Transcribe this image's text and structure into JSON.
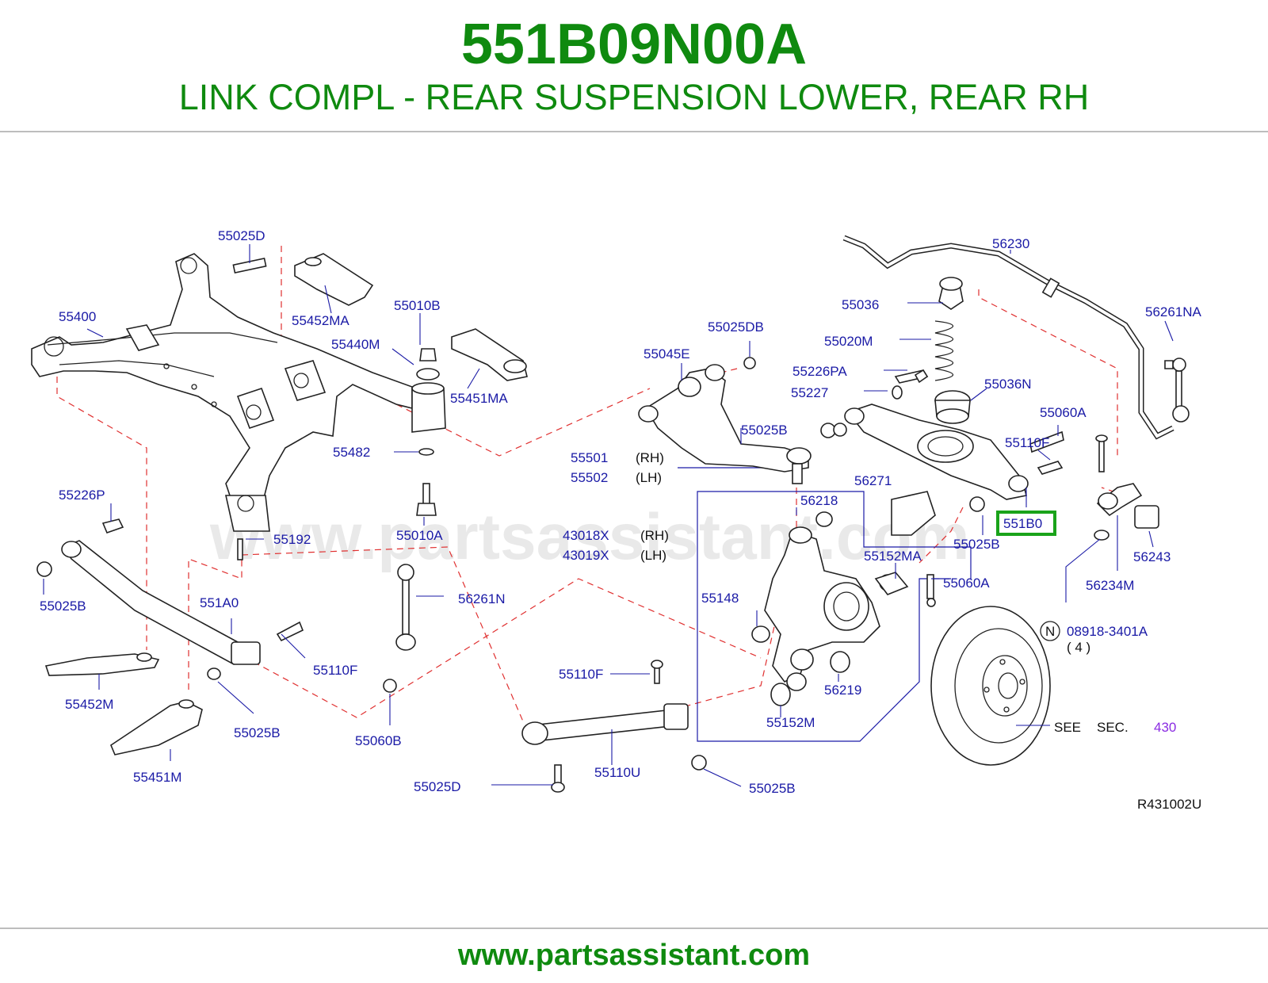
{
  "header": {
    "part_number": "551B09N00A",
    "description": "LINK COMPL - REAR SUSPENSION LOWER, REAR RH"
  },
  "footer": {
    "website": "www.partsassistant.com"
  },
  "diagram": {
    "watermark": "www.partsassistant.com",
    "figure_code": "R431002U",
    "highlight_color": "#1aa31a",
    "label_color": "#1a1aa6",
    "title_color": "#0f8a0f",
    "callouts": {
      "c_55025D_top": "55025D",
      "c_55452MA": "55452MA",
      "c_55400": "55400",
      "c_55010B": "55010B",
      "c_55440M": "55440M",
      "c_55451MA": "55451MA",
      "c_55482": "55482",
      "c_55226P": "55226P",
      "c_55192": "55192",
      "c_55010A": "55010A",
      "c_55025B_left": "55025B",
      "c_551A0": "551A0",
      "c_55110F_left": "55110F",
      "c_55452M": "55452M",
      "c_55025B_midleft": "55025B",
      "c_55451M": "55451M",
      "c_56261N": "56261N",
      "c_55060B": "55060B",
      "c_55025DB": "55025DB",
      "c_55045E": "55045E",
      "c_55025B_arm": "55025B",
      "c_55501": "55501",
      "c_55502": "55502",
      "c_43018X": "43018X",
      "c_43019X": "43019X",
      "c_56218": "56218",
      "c_55148": "55148",
      "c_56219": "56219",
      "c_55152M": "55152M",
      "c_55152MA": "55152MA",
      "c_55110F_bottom": "55110F",
      "c_55110U": "55110U",
      "c_55025D_bottom": "55025D",
      "c_55025B_bottom": "55025B",
      "c_56230": "56230",
      "c_55036": "55036",
      "c_55020M": "55020M",
      "c_55226PA": "55226PA",
      "c_55227": "55227",
      "c_55036N": "55036N",
      "c_55060A_top": "55060A",
      "c_55110F_right": "55110F",
      "c_56271": "56271",
      "c_551B0": "551B0",
      "c_55025B_right": "55025B",
      "c_55060A_mid": "55060A",
      "c_56261NA": "56261NA",
      "c_56243": "56243",
      "c_56234M": "56234M",
      "c_08918": "08918-3401A",
      "c_n_symbol": "N",
      "c_qty": "( 4 )",
      "c_see": "SEE",
      "c_sec": "SEC.",
      "c_430": "430"
    },
    "side_markers": {
      "rh_1": "(RH)",
      "lh_1": "(LH)",
      "rh_2": "(RH)",
      "lh_2": "(LH)"
    }
  }
}
